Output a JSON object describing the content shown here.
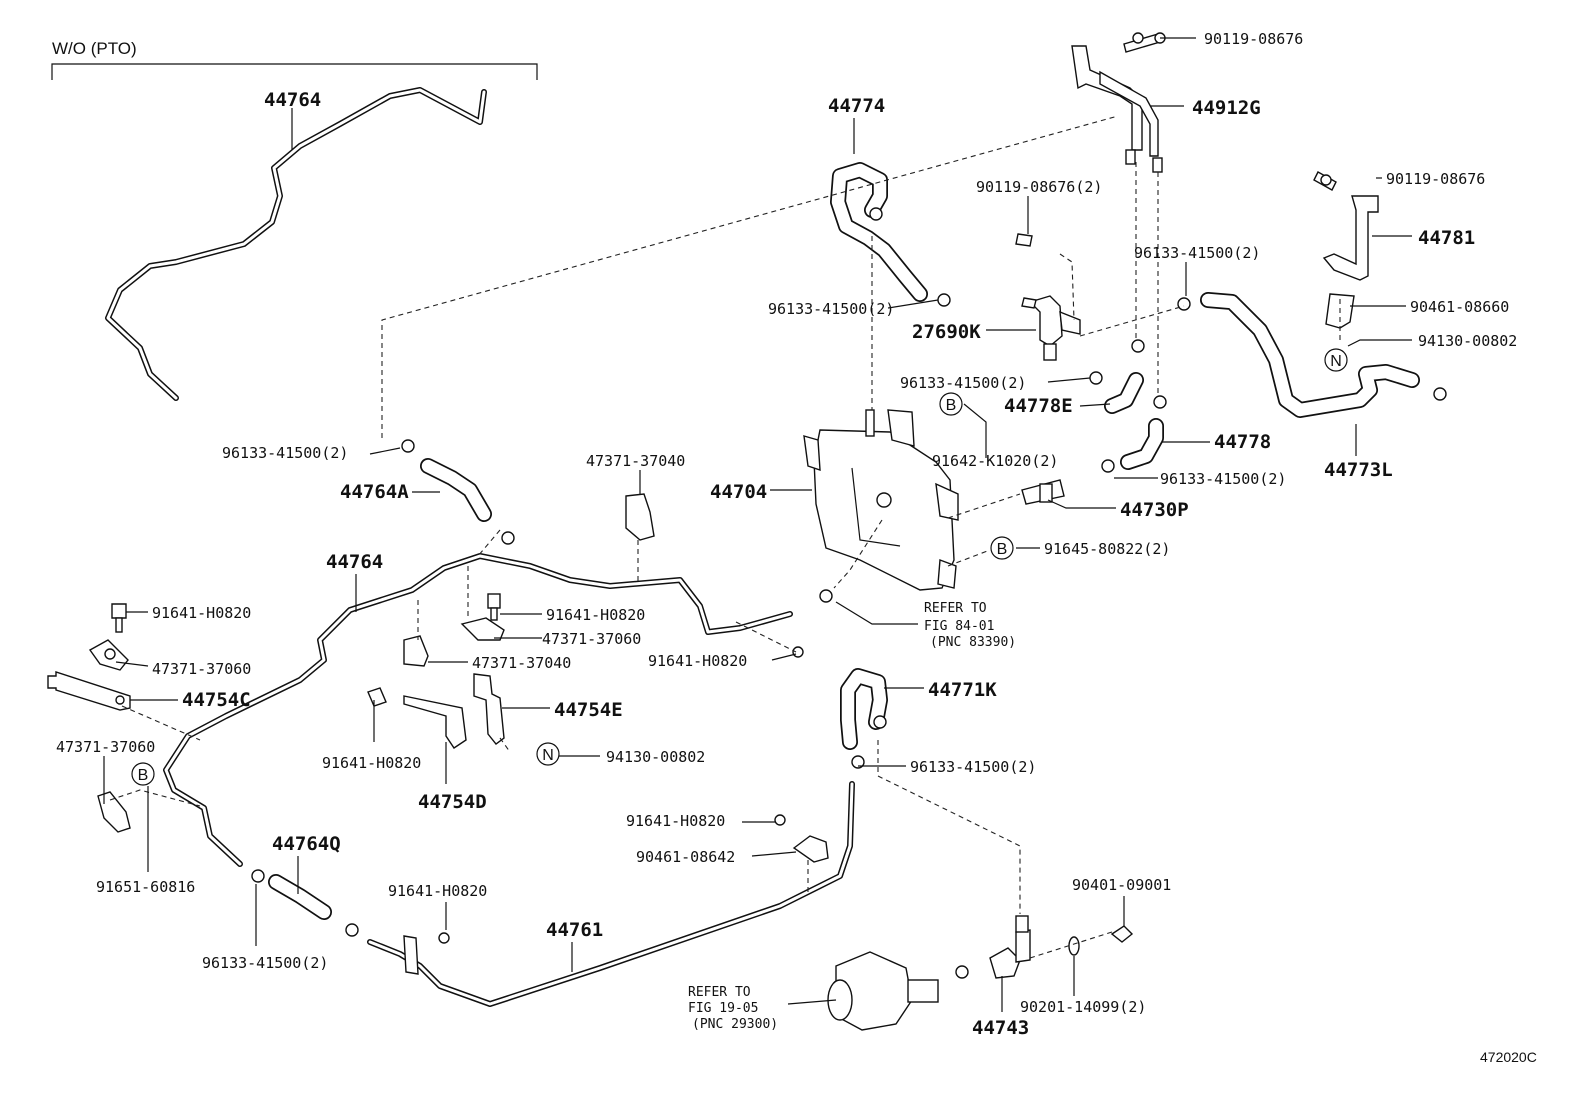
{
  "header": {
    "section_label": "W/O (PTO)"
  },
  "parts": [
    {
      "key": "44764_top",
      "label": "44764",
      "style": "bold"
    },
    {
      "key": "44774",
      "label": "44774",
      "style": "bold"
    },
    {
      "key": "90119_08676_a",
      "label": "90119-08676",
      "style": "normal"
    },
    {
      "key": "44912G",
      "label": "44912G",
      "style": "bold"
    },
    {
      "key": "90119_08676_2",
      "label": "90119-08676(2)",
      "style": "normal"
    },
    {
      "key": "90119_08676_b",
      "label": "90119-08676",
      "style": "normal"
    },
    {
      "key": "44781",
      "label": "44781",
      "style": "bold"
    },
    {
      "key": "96133_41500_2_right",
      "label": "96133-41500(2)",
      "style": "normal"
    },
    {
      "key": "90461_08660",
      "label": "90461-08660",
      "style": "normal"
    },
    {
      "key": "96133_41500_2_mid",
      "label": "96133-41500(2)",
      "style": "normal"
    },
    {
      "key": "27690K",
      "label": "27690K",
      "style": "bold"
    },
    {
      "key": "94130_00802_a",
      "label": "94130-00802",
      "style": "normal"
    },
    {
      "key": "96133_41500_2_c",
      "label": "96133-41500(2)",
      "style": "normal"
    },
    {
      "key": "44778E",
      "label": "44778E",
      "style": "bold"
    },
    {
      "key": "96133_41500_2_left",
      "label": "96133-41500(2)",
      "style": "normal"
    },
    {
      "key": "91642_K1020",
      "label": "91642-K1020(2)",
      "style": "normal"
    },
    {
      "key": "44778",
      "label": "44778",
      "style": "bold"
    },
    {
      "key": "47371_37040_a",
      "label": "47371-37040",
      "style": "normal"
    },
    {
      "key": "96133_41500_2_d",
      "label": "96133-41500(2)",
      "style": "normal"
    },
    {
      "key": "44773L",
      "label": "44773L",
      "style": "bold"
    },
    {
      "key": "44764A",
      "label": "44764A",
      "style": "bold"
    },
    {
      "key": "44704",
      "label": "44704",
      "style": "bold"
    },
    {
      "key": "44730P",
      "label": "44730P",
      "style": "bold"
    },
    {
      "key": "44764_mid",
      "label": "44764",
      "style": "bold"
    },
    {
      "key": "91645_80822",
      "label": "91645-80822(2)",
      "style": "normal"
    },
    {
      "key": "91641_H0820_a",
      "label": "91641-H0820",
      "style": "normal"
    },
    {
      "key": "91641_H0820_b",
      "label": "91641-H0820",
      "style": "normal"
    },
    {
      "key": "47371_37060_a",
      "label": "47371-37060",
      "style": "normal"
    },
    {
      "key": "47371_37060_b",
      "label": "47371-37060",
      "style": "normal"
    },
    {
      "key": "47371_37040_b",
      "label": "47371-37040",
      "style": "normal"
    },
    {
      "key": "91641_H0820_c",
      "label": "91641-H0820",
      "style": "normal"
    },
    {
      "key": "44754C",
      "label": "44754C",
      "style": "bold"
    },
    {
      "key": "44771K",
      "label": "44771K",
      "style": "bold"
    },
    {
      "key": "44754E",
      "label": "44754E",
      "style": "bold"
    },
    {
      "key": "47371_37060_c",
      "label": "47371-37060",
      "style": "normal"
    },
    {
      "key": "94130_00802_b",
      "label": "94130-00802",
      "style": "normal"
    },
    {
      "key": "91641_H0820_d",
      "label": "91641-H0820",
      "style": "normal"
    },
    {
      "key": "96133_41500_2_e",
      "label": "96133-41500(2)",
      "style": "normal"
    },
    {
      "key": "44754D",
      "label": "44754D",
      "style": "bold"
    },
    {
      "key": "91641_H0820_e",
      "label": "91641-H0820",
      "style": "normal"
    },
    {
      "key": "44764Q",
      "label": "44764Q",
      "style": "bold"
    },
    {
      "key": "90461_08642",
      "label": "90461-08642",
      "style": "normal"
    },
    {
      "key": "91651_60816",
      "label": "91651-60816",
      "style": "normal"
    },
    {
      "key": "91641_H0820_f",
      "label": "91641-H0820",
      "style": "normal"
    },
    {
      "key": "90401_09001",
      "label": "90401-09001",
      "style": "normal"
    },
    {
      "key": "44761",
      "label": "44761",
      "style": "bold"
    },
    {
      "key": "96133_41500_2_f",
      "label": "96133-41500(2)",
      "style": "normal"
    },
    {
      "key": "90201_14099",
      "label": "90201-14099(2)",
      "style": "normal"
    },
    {
      "key": "44743",
      "label": "44743",
      "style": "bold"
    }
  ],
  "references": [
    {
      "key": "ref_84",
      "lines": [
        "REFER TO",
        "FIG 84-01",
        "(PNC 83390)"
      ]
    },
    {
      "key": "ref_19",
      "lines": [
        "REFER TO",
        "FIG 19-05",
        "(PNC 29300)"
      ]
    }
  ],
  "symbols": [
    {
      "key": "B_1",
      "letter": "B"
    },
    {
      "key": "B_2",
      "letter": "B"
    },
    {
      "key": "B_3",
      "letter": "B"
    },
    {
      "key": "N_1",
      "letter": "N"
    },
    {
      "key": "N_2",
      "letter": "N"
    }
  ],
  "footer": {
    "figure_code": "472020C"
  }
}
